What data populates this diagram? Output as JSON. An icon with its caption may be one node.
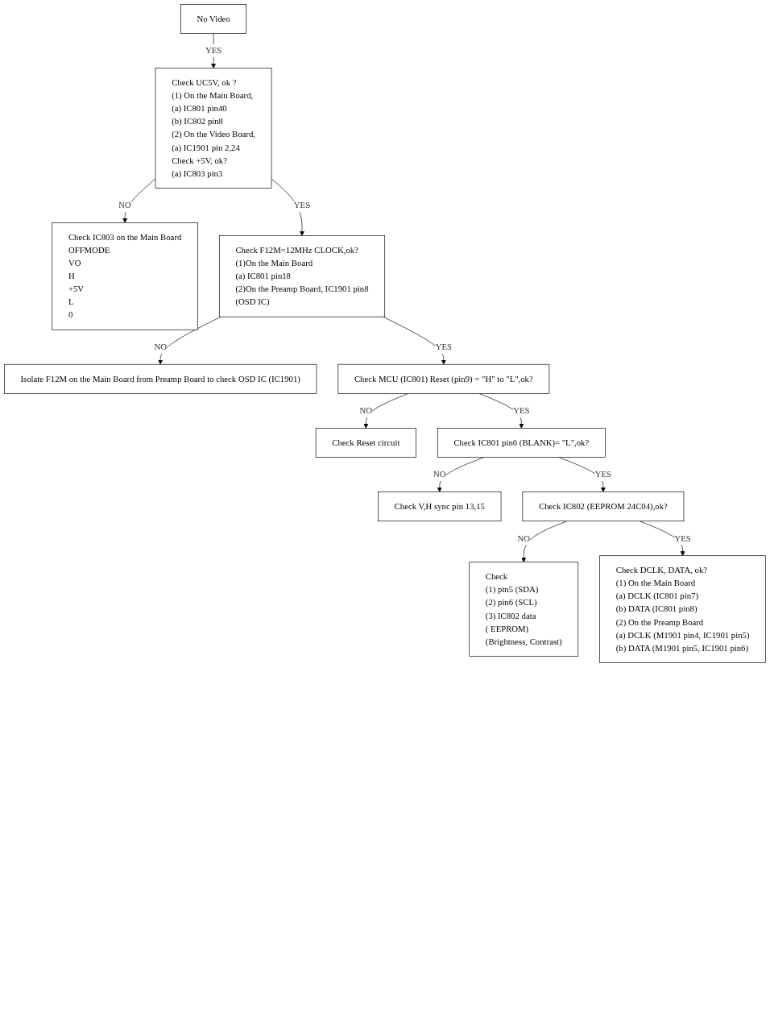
{
  "diagram": {
    "nodes": [
      {
        "text": [
          "No Video"
        ]
      },
      {
        "text": [
          "Check UC5V, ok ?",
          "(1) On the Main Board,",
          "(a) IC801 pin40",
          "(b) IC802 pin8",
          "(2) On the Video Board,",
          "(a) IC1901 pin 2,24",
          "Check +5V, ok?",
          "(a) IC803 pin3"
        ]
      },
      {
        "text": [
          "Check IC803 on the Main Board",
          "OFFMODE",
          "VO",
          "H",
          "+5V",
          "L",
          "0"
        ]
      },
      {
        "text": [
          "Check F12M=12MHz CLOCK,ok?",
          "(1)On the Main Board",
          "(a) IC801 pin18",
          "(2)On the Preamp Board, IC1901 pin8",
          "(OSD IC)"
        ]
      },
      {
        "text": [
          "Isolate F12M on the Main Board from Preamp Board to check OSD IC (IC1901)"
        ]
      },
      {
        "text": [
          "Check MCU (IC801) Reset (pin9) = \"H\" to \"L\",ok?"
        ]
      },
      {
        "text": [
          "Check Reset circuit"
        ]
      },
      {
        "text": [
          "Check IC801 pin6 (BLANK)= \"L\",ok?"
        ]
      },
      {
        "text": [
          "Check V,H sync pin 13,15"
        ]
      },
      {
        "text": [
          "Check IC802 (EEPROM 24C04),ok?"
        ]
      },
      {
        "text": [
          "Check",
          "(1) pin5 (SDA)",
          "(2) pin6 (SCL)",
          "(3) IC802 data",
          "( EEPROM)",
          "(Brightness, Contrast)"
        ]
      },
      {
        "text": [
          "Check DCLK, DATA, ok?",
          "(1) On the Main Board",
          "(a) DCLK (IC801 pin7)",
          "(b) DATA (IC801 pin8)",
          "(2) On the Preamp Board",
          "(a) DCLK (M1901 pin4, IC1901 pin5)",
          "(b) DATA (M1901 pin5, IC1901 pin6)"
        ]
      }
    ],
    "edges": [
      {
        "from": 0,
        "to": 1,
        "arrow": "to",
        "label": "YES"
      },
      {
        "from": 1,
        "to": 2,
        "arrow": "to",
        "label": "NO"
      },
      {
        "from": 1,
        "to": 3,
        "arrow": "to",
        "label": "YES"
      },
      {
        "from": 3,
        "to": 4,
        "arrow": "to",
        "label": "NO"
      },
      {
        "from": 3,
        "to": 5,
        "arrow": "to",
        "label": "YES"
      },
      {
        "from": 5,
        "to": 6,
        "arrow": "to",
        "label": "NO"
      },
      {
        "from": 5,
        "to": 7,
        "arrow": "to",
        "label": "YES"
      },
      {
        "from": 7,
        "to": 8,
        "arrow": "to",
        "label": "NO"
      },
      {
        "from": 7,
        "to": 9,
        "arrow": "to",
        "label": "YES"
      },
      {
        "from": 9,
        "to": 10,
        "arrow": "to",
        "label": "NO"
      },
      {
        "from": 9,
        "to": 11,
        "arrow": "to",
        "label": "YES"
      }
    ]
  }
}
